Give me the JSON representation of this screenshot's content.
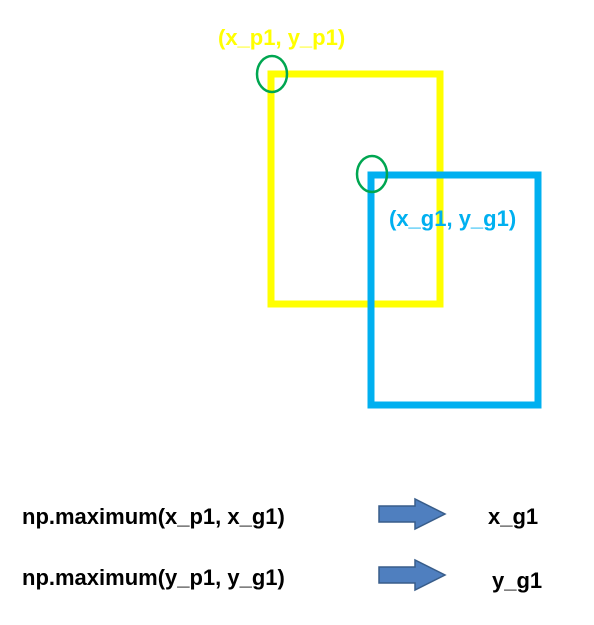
{
  "colors": {
    "predicted_box": "#ffff00",
    "ground_truth_box": "#00b0f0",
    "corner_marker": "#00a651",
    "arrow_fill": "#4f7fbf",
    "arrow_stroke": "#385d8a",
    "text": "#000000"
  },
  "labels": {
    "predicted_corner": "(x_p1,  y_p1)",
    "ground_truth_corner": "(x_g1,  y_g1)"
  },
  "rows": [
    {
      "expression": "np.maximum(x_p1,  x_g1)",
      "result": "x_g1"
    },
    {
      "expression": "np.maximum(y_p1,  y_g1)",
      "result": "y_g1"
    }
  ]
}
